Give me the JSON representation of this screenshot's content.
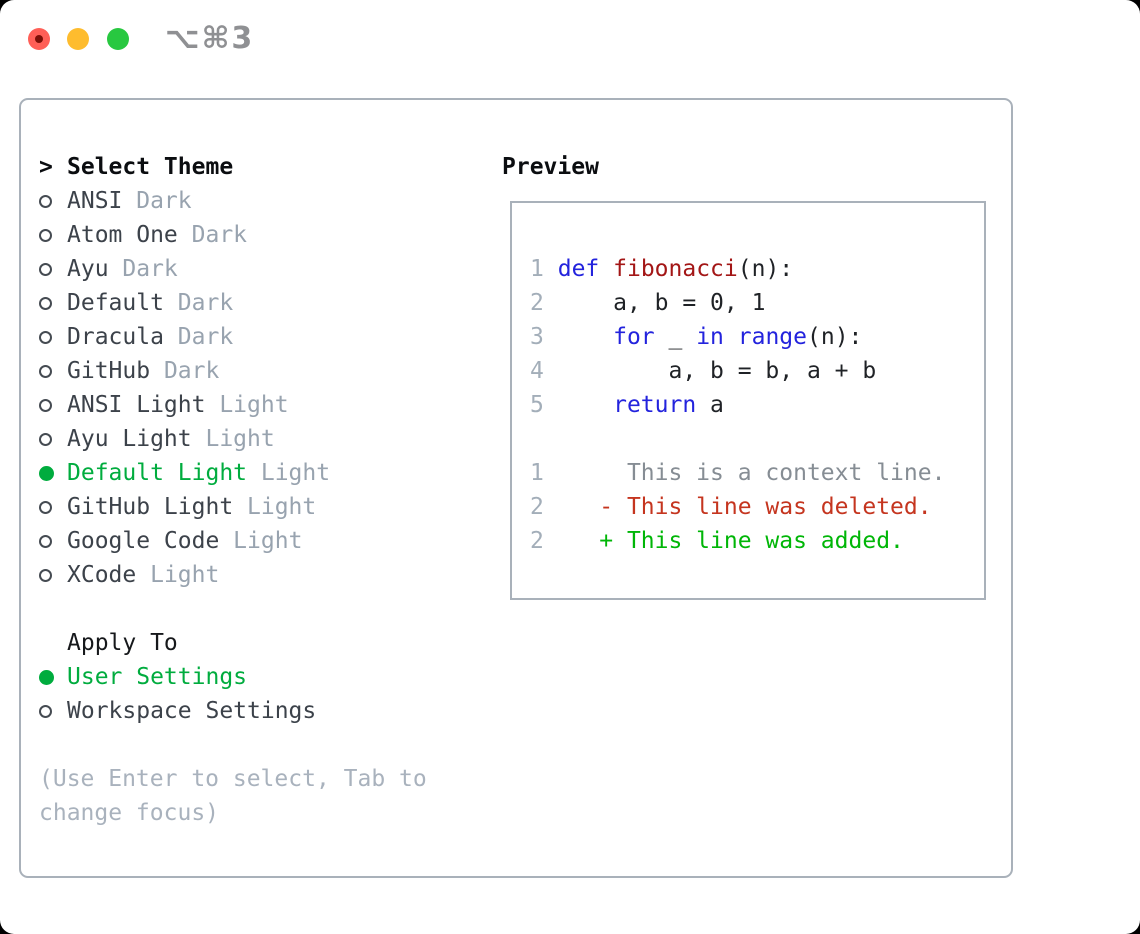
{
  "titlebar": {
    "shortcut": "⌥⌘3",
    "buttons": [
      "close",
      "minimize",
      "zoom"
    ]
  },
  "theme_section": {
    "pointer": ">",
    "title": "Select Theme",
    "items": [
      {
        "name": "ANSI",
        "variant": "Dark",
        "selected": false
      },
      {
        "name": "Atom One",
        "variant": "Dark",
        "selected": false
      },
      {
        "name": "Ayu",
        "variant": "Dark",
        "selected": false
      },
      {
        "name": "Default",
        "variant": "Dark",
        "selected": false
      },
      {
        "name": "Dracula",
        "variant": "Dark",
        "selected": false
      },
      {
        "name": "GitHub",
        "variant": "Dark",
        "selected": false
      },
      {
        "name": "ANSI Light",
        "variant": "Light",
        "selected": false
      },
      {
        "name": "Ayu Light",
        "variant": "Light",
        "selected": false
      },
      {
        "name": "Default Light",
        "variant": "Light",
        "selected": true
      },
      {
        "name": "GitHub Light",
        "variant": "Light",
        "selected": false
      },
      {
        "name": "Google Code",
        "variant": "Light",
        "selected": false
      },
      {
        "name": "XCode",
        "variant": "Light",
        "selected": false
      }
    ]
  },
  "apply_section": {
    "title": "Apply To",
    "items": [
      {
        "label": "User Settings",
        "selected": true
      },
      {
        "label": "Workspace Settings",
        "selected": false
      }
    ]
  },
  "hint": {
    "line1": "(Use Enter to select, Tab to",
    "line2": "change focus)"
  },
  "preview": {
    "title": "Preview",
    "lines": [
      {
        "num": "1",
        "segments": [
          {
            "t": " ",
            "c": "pl"
          },
          {
            "t": "def",
            "c": "kw"
          },
          {
            "t": " ",
            "c": "pl"
          },
          {
            "t": "fibonacci",
            "c": "fn"
          },
          {
            "t": "(n):",
            "c": "pl"
          }
        ]
      },
      {
        "num": "2",
        "segments": [
          {
            "t": "     a, b = 0, 1",
            "c": "pl"
          }
        ]
      },
      {
        "num": "3",
        "segments": [
          {
            "t": "     ",
            "c": "pl"
          },
          {
            "t": "for",
            "c": "kw"
          },
          {
            "t": " _ ",
            "c": "pl"
          },
          {
            "t": "in",
            "c": "kw"
          },
          {
            "t": " ",
            "c": "pl"
          },
          {
            "t": "range",
            "c": "kw"
          },
          {
            "t": "(n):",
            "c": "pl"
          }
        ]
      },
      {
        "num": "4",
        "segments": [
          {
            "t": "         a, b = b, a + b",
            "c": "pl"
          }
        ]
      },
      {
        "num": "5",
        "segments": [
          {
            "t": "     ",
            "c": "pl"
          },
          {
            "t": "return",
            "c": "kw"
          },
          {
            "t": " a",
            "c": "pl"
          }
        ]
      },
      {
        "num": "",
        "segments": []
      },
      {
        "num": "1",
        "segments": [
          {
            "t": "      This is a context line.",
            "c": "ctx"
          }
        ]
      },
      {
        "num": "2",
        "segments": [
          {
            "t": "    - This line was deleted.",
            "c": "del"
          }
        ]
      },
      {
        "num": "2",
        "segments": [
          {
            "t": "    + This line was added.",
            "c": "add"
          }
        ]
      }
    ]
  },
  "colors": {
    "accent_green": "#00ac3e",
    "diff_added": "#00b607",
    "diff_deleted": "#c5351f",
    "keyword_blue": "#2323dd",
    "function_red": "#a31616",
    "muted_gray": "#98a3af",
    "line_number": "#a3aeb9",
    "border": "#a9b1ba",
    "traffic_red": "#ff5f57",
    "traffic_red_dot": "#7c1008",
    "traffic_yellow": "#febc2e",
    "traffic_green": "#28c840"
  }
}
